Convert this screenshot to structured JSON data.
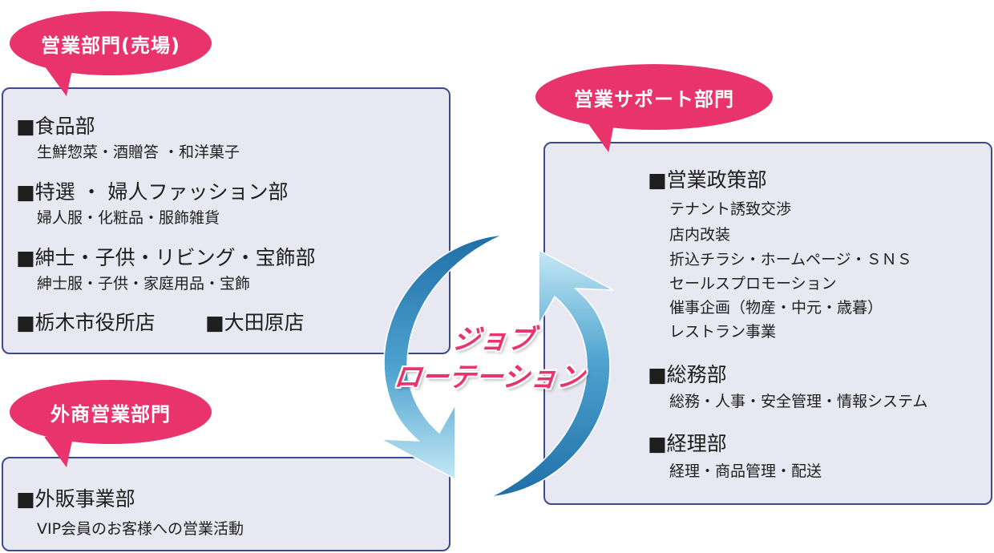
{
  "colors": {
    "accent": "#e8336d",
    "panel_bg": "#e8e8f3",
    "panel_border": "#3d4a8c",
    "arrow_dark": "#1f6fa8",
    "arrow_light": "#bfe6f4"
  },
  "sales": {
    "title": "営業部門(売場)",
    "depts": [
      {
        "name": "■食品部",
        "detail": "生鮮惣菜・酒贈答 ・和洋菓子"
      },
      {
        "name": "■特選 ・ 婦人ファッション部",
        "detail": "婦人服・化粧品・服飾雑貨"
      },
      {
        "name": "■紳士・子供・リビング・宝飾部",
        "detail": "紳士服・子供・家庭用品・宝飾"
      }
    ],
    "stores": [
      "■栃木市役所店",
      "■大田原店"
    ]
  },
  "external": {
    "title": "外商営業部門",
    "dept": {
      "name": "■外販事業部",
      "detail": "VIP会員のお客様への営業活動"
    }
  },
  "support": {
    "title": "営業サポート部門",
    "policy": {
      "name": "■営業政策部",
      "items": [
        "テナント誘致交渉",
        "店内改装",
        "折込チラシ・ホームページ・ＳＮＳ",
        "セールスプロモーション",
        "催事企画（物産・中元・歳暮）",
        "レストラン事業"
      ]
    },
    "general": {
      "name": "■総務部",
      "detail": "総務・人事・安全管理・情報システム"
    },
    "accounting": {
      "name": "■経理部",
      "detail": "経理・商品管理・配送"
    }
  },
  "rotation": {
    "line1": "ジョブ",
    "line2": "ローテーション"
  }
}
